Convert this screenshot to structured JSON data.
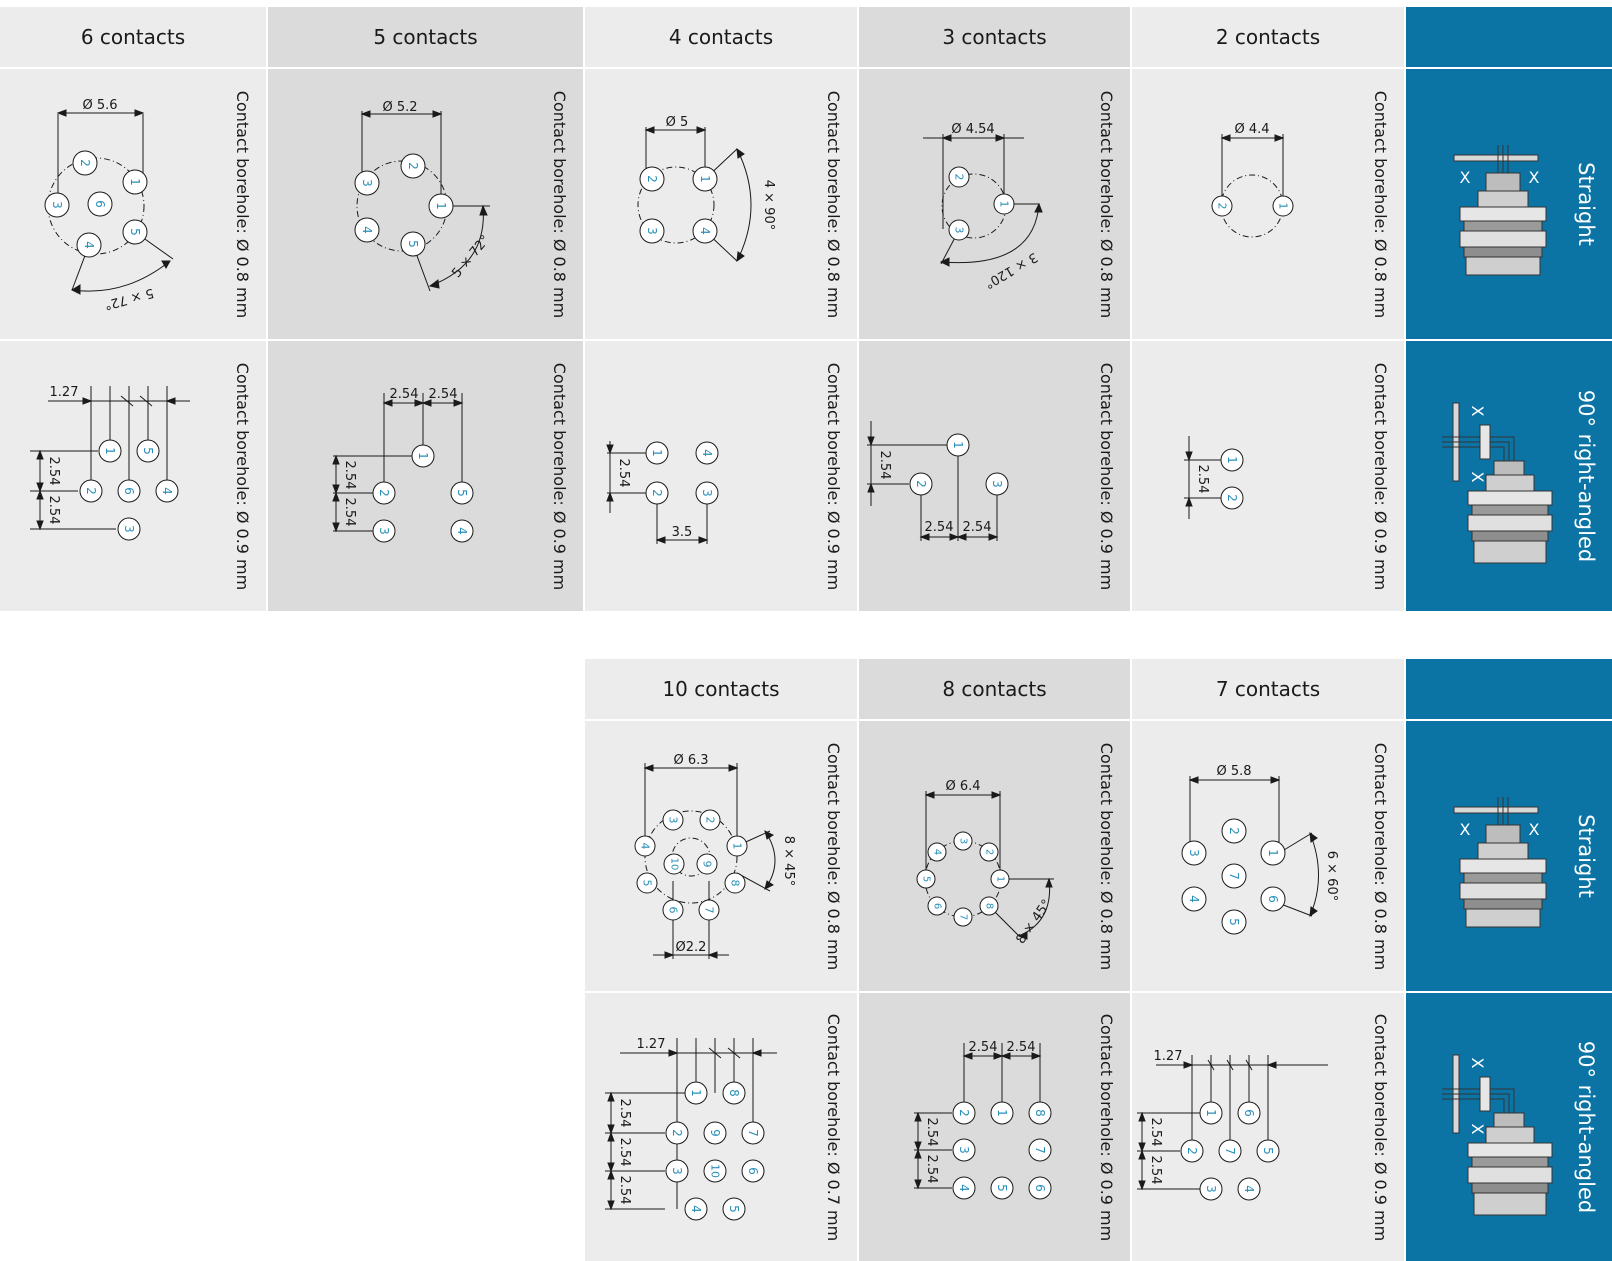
{
  "colors": {
    "light": "#ececec",
    "dark": "#dbdbdb",
    "blue": "#0b74a5",
    "pin": "#2a8fb8",
    "line": "#1a1a1a"
  },
  "top": {
    "headers": [
      "6 contacts",
      "5 contacts",
      "4 contacts",
      "3 contacts",
      "2 contacts"
    ],
    "straight": {
      "label": "Straight",
      "boreholes": [
        "Contact borehole: Ø 0.8 mm",
        "Contact borehole: Ø 0.8 mm",
        "Contact borehole: Ø 0.8 mm",
        "Contact borehole: Ø 0.8 mm",
        "Contact borehole: Ø 0.8 mm"
      ]
    },
    "angled": {
      "label": "90° right-angled",
      "boreholes": [
        "Contact borehole: Ø 0.9 mm",
        "Contact borehole: Ø 0.9 mm",
        "Contact borehole: Ø 0.9 mm",
        "Contact borehole: Ø 0.9 mm",
        "Contact borehole: Ø 0.9 mm"
      ]
    }
  },
  "bottom": {
    "headers": [
      "10 contacts",
      "8 contacts",
      "7 contacts"
    ],
    "straight": {
      "label": "Straight",
      "boreholes": [
        "Contact borehole: Ø 0.8 mm",
        "Contact borehole: Ø 0.8 mm",
        "Contact borehole: Ø 0.8 mm"
      ]
    },
    "angled": {
      "label": "90° right-angled",
      "boreholes": [
        "Contact borehole: Ø 0.7 mm",
        "Contact borehole: Ø 0.9 mm",
        "Contact borehole: Ø 0.9 mm"
      ]
    }
  },
  "diagrams": {
    "c6_straight": {
      "dia": "Ø 5.6",
      "angle": "5 × 72°",
      "pins": [
        "1",
        "2",
        "3",
        "4",
        "5",
        "6"
      ]
    },
    "c5_straight": {
      "dia": "Ø 5.2",
      "angle": "5 × 72°",
      "pins": [
        "1",
        "2",
        "3",
        "4",
        "5"
      ]
    },
    "c4_straight": {
      "dia": "Ø 5",
      "angle": "4 × 90°",
      "pins": [
        "1",
        "2",
        "3",
        "4"
      ]
    },
    "c3_straight": {
      "dia": "Ø 4.54",
      "angle": "3 × 120°",
      "pins": [
        "1",
        "2",
        "3"
      ]
    },
    "c2_straight": {
      "dia": "Ø 4.4",
      "pins": [
        "1",
        "2"
      ]
    },
    "c6_angled": {
      "pitch": "1.27",
      "v1": "2.54",
      "v2": "2.54",
      "pins": [
        "1",
        "2",
        "3",
        "4",
        "5",
        "6"
      ]
    },
    "c5_angled": {
      "h1": "2.54",
      "h2": "2.54",
      "v1": "2.54",
      "v2": "2.54",
      "pins": [
        "1",
        "2",
        "3",
        "4",
        "5"
      ]
    },
    "c4_angled": {
      "v1": "2.54",
      "h1": "3.5",
      "pins": [
        "1",
        "2",
        "3",
        "4"
      ]
    },
    "c3_angled": {
      "v1": "2.54",
      "h1": "2.54",
      "h2": "2.54",
      "pins": [
        "1",
        "2",
        "3"
      ]
    },
    "c2_angled": {
      "v1": "2.54",
      "pins": [
        "1",
        "2"
      ]
    },
    "c10_straight": {
      "dia": "Ø 6.3",
      "inner": "Ø2.2",
      "angle": "8 × 45°",
      "pins": [
        "1",
        "2",
        "3",
        "4",
        "5",
        "6",
        "7",
        "8",
        "9",
        "10"
      ]
    },
    "c8_straight": {
      "dia": "Ø 6.4",
      "angle": "8 × 45°",
      "pins": [
        "1",
        "2",
        "3",
        "4",
        "5",
        "6",
        "7",
        "8"
      ]
    },
    "c7_straight": {
      "dia": "Ø 5.8",
      "angle": "6 × 60°",
      "pins": [
        "1",
        "2",
        "3",
        "4",
        "5",
        "6",
        "7"
      ]
    },
    "c10_angled": {
      "pitch": "1.27",
      "v1": "2.54",
      "v2": "2.54",
      "v3": "2.54",
      "pins": [
        "1",
        "2",
        "3",
        "4",
        "5",
        "6",
        "7",
        "8",
        "9",
        "10"
      ]
    },
    "c8_angled": {
      "h1": "2.54",
      "h2": "2.54",
      "v1": "2.54",
      "v2": "2.54",
      "pins": [
        "1",
        "2",
        "3",
        "4",
        "5",
        "6",
        "7",
        "8"
      ]
    },
    "c7_angled": {
      "pitch": "1.27",
      "v1": "2.54",
      "v2": "2.54",
      "pins": [
        "1",
        "2",
        "3",
        "4",
        "5",
        "6",
        "7"
      ]
    }
  },
  "connector": {
    "x_mark": "X"
  }
}
